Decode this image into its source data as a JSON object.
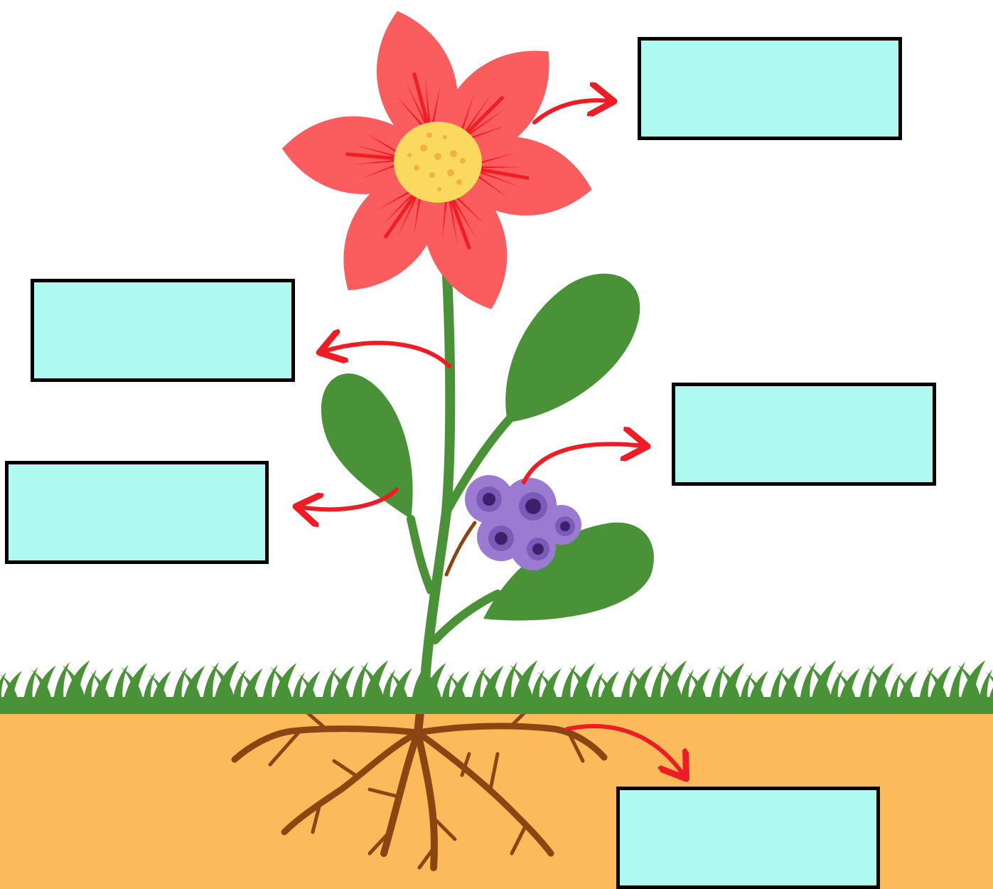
{
  "colors": {
    "background": "#ffffff",
    "label_box_fill": "#aefaf0",
    "label_box_border": "#000000",
    "petal": "#fb5c5e",
    "petal_vein": "#f01e24",
    "flower_center": "#fbd85e",
    "flower_center_dots": "#f0b43c",
    "stem_leaf": "#4a9237",
    "grass": "#4a9237",
    "soil": "#fbbb5b",
    "root": "#8b4513",
    "fruit": "#9b7bd1",
    "fruit_dark": "#3d1f6b",
    "arrow": "#ee1c25"
  },
  "labels": {
    "flower": "",
    "stem": "",
    "fruit": "",
    "leaf": "",
    "root": ""
  },
  "parts": [
    "flower",
    "stem",
    "fruit",
    "leaf",
    "root"
  ]
}
